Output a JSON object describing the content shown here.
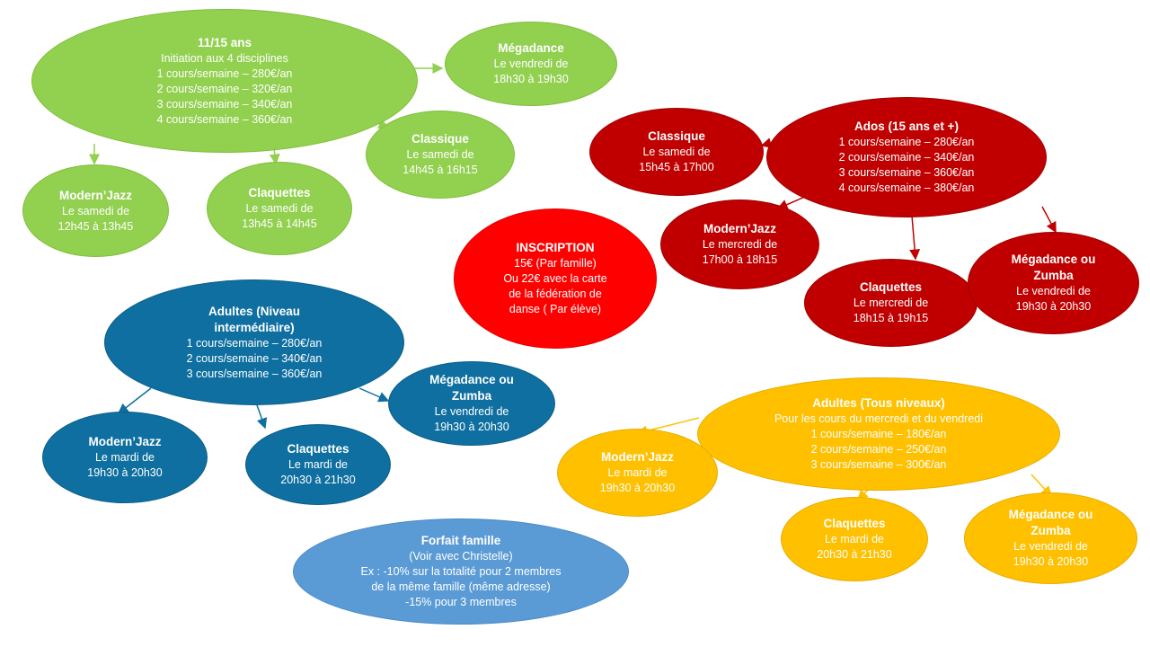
{
  "nodes": {
    "teen_main": {
      "title": "11/15 ans",
      "lines": [
        "Initiation aux 4 disciplines",
        "1 cours/semaine – 280€/an",
        "2 cours/semaine – 320€/an",
        "3 cours/semaine – 340€/an",
        "4 cours/semaine – 360€/an"
      ],
      "color": "#92d050"
    },
    "teen_megadance": {
      "title": "Mégadance",
      "lines": [
        "Le vendredi de",
        "18h30 à 19h30"
      ]
    },
    "teen_classique": {
      "title": "Classique",
      "lines": [
        "Le samedi de",
        "14h45 à 16h15"
      ]
    },
    "teen_modernjazz": {
      "title": "Modern’Jazz",
      "lines": [
        "Le samedi de",
        "12h45 à 13h45"
      ]
    },
    "teen_claquettes": {
      "title": "Claquettes",
      "lines": [
        "Le samedi de",
        "13h45 à 14h45"
      ]
    },
    "ados_main": {
      "title": "Ados (15 ans et +)",
      "lines": [
        "1 cours/semaine – 280€/an",
        "2 cours/semaine – 340€/an",
        "3 cours/semaine – 360€/an",
        "4 cours/semaine – 380€/an"
      ],
      "color": "#c00000"
    },
    "ados_classique": {
      "title": "Classique",
      "lines": [
        "Le samedi de",
        "15h45 à 17h00"
      ]
    },
    "ados_modernjazz": {
      "title": "Modern’Jazz",
      "lines": [
        "Le mercredi de",
        "17h00 à 18h15"
      ]
    },
    "ados_claquettes": {
      "title": "Claquettes",
      "lines": [
        "Le mercredi de",
        "18h15 à 19h15"
      ]
    },
    "ados_megadance": {
      "title": "Mégadance ou Zumba",
      "lines": [
        "Le vendredi de",
        "19h30 à 20h30"
      ]
    },
    "inscription": {
      "title": "INSCRIPTION",
      "lines": [
        "15€ (Par famille)",
        "Ou 22€ avec la carte",
        "de la fédération de",
        "danse ( Par élève)"
      ],
      "color": "#ff0000"
    },
    "adult_int_main": {
      "title": "Adultes (Niveau intermédiaire)",
      "lines": [
        "1 cours/semaine – 280€/an",
        "2 cours/semaine – 340€/an",
        "3 cours/semaine – 360€/an"
      ],
      "color": "#0e6fa0"
    },
    "adult_int_modernjazz": {
      "title": "Modern’Jazz",
      "lines": [
        "Le mardi de",
        "19h30 à 20h30"
      ]
    },
    "adult_int_claquettes": {
      "title": "Claquettes",
      "lines": [
        "Le mardi de",
        "20h30 à 21h30"
      ]
    },
    "adult_int_megadance": {
      "title": "Mégadance ou Zumba",
      "lines": [
        "Le vendredi de",
        "19h30 à 20h30"
      ]
    },
    "adult_all_main": {
      "title": "Adultes (Tous niveaux)",
      "lines": [
        "Pour les cours du mercredi et du vendredi",
        "1 cours/semaine – 180€/an",
        "2 cours/semaine – 250€/an",
        "3 cours/semaine – 300€/an"
      ],
      "color": "#ffc000"
    },
    "adult_all_modernjazz": {
      "title": "Modern’Jazz",
      "lines": [
        "Le mardi de",
        "19h30 à 20h30"
      ]
    },
    "adult_all_claquettes": {
      "title": "Claquettes",
      "lines": [
        "Le mardi de",
        "20h30 à 21h30"
      ]
    },
    "adult_all_megadance": {
      "title": "Mégadance ou Zumba",
      "lines": [
        "Le vendredi de",
        "19h30 à 20h30"
      ]
    },
    "forfait": {
      "title": "Forfait famille",
      "lines": [
        "(Voir avec Christelle)",
        "Ex : -10% sur la totalité pour 2 membres",
        "de la même famille (même adresse)",
        "-15% pour 3 membres"
      ],
      "color": "#5b9bd5"
    }
  }
}
